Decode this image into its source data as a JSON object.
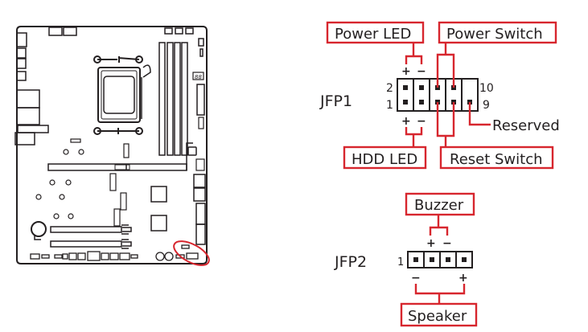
{
  "colors": {
    "accent": "#d7262e",
    "ink": "#231f20"
  },
  "board": {
    "name": "motherboard-diagram",
    "highlight": "front-panel-connector-location",
    "debug_display": "88"
  },
  "jfp1": {
    "title": "JFP1",
    "pin_top_left": "2",
    "pin_bottom_left": "1",
    "pin_top_right": "10",
    "pin_bottom_right": "9",
    "labels": {
      "power_led": "Power LED",
      "power_switch": "Power Switch",
      "hdd_led": "HDD LED",
      "reset_switch": "Reset Switch",
      "reserved": "Reserved"
    },
    "polarity": {
      "top_plus": "+",
      "top_minus": "−",
      "bottom_plus": "+",
      "bottom_minus": "−"
    }
  },
  "jfp2": {
    "title": "JFP2",
    "pin_first": "1",
    "labels": {
      "buzzer": "Buzzer",
      "speaker": "Speaker"
    },
    "polarity": {
      "buzzer_plus": "+",
      "buzzer_minus": "−",
      "speaker_minus": "−",
      "speaker_plus": "+"
    }
  }
}
